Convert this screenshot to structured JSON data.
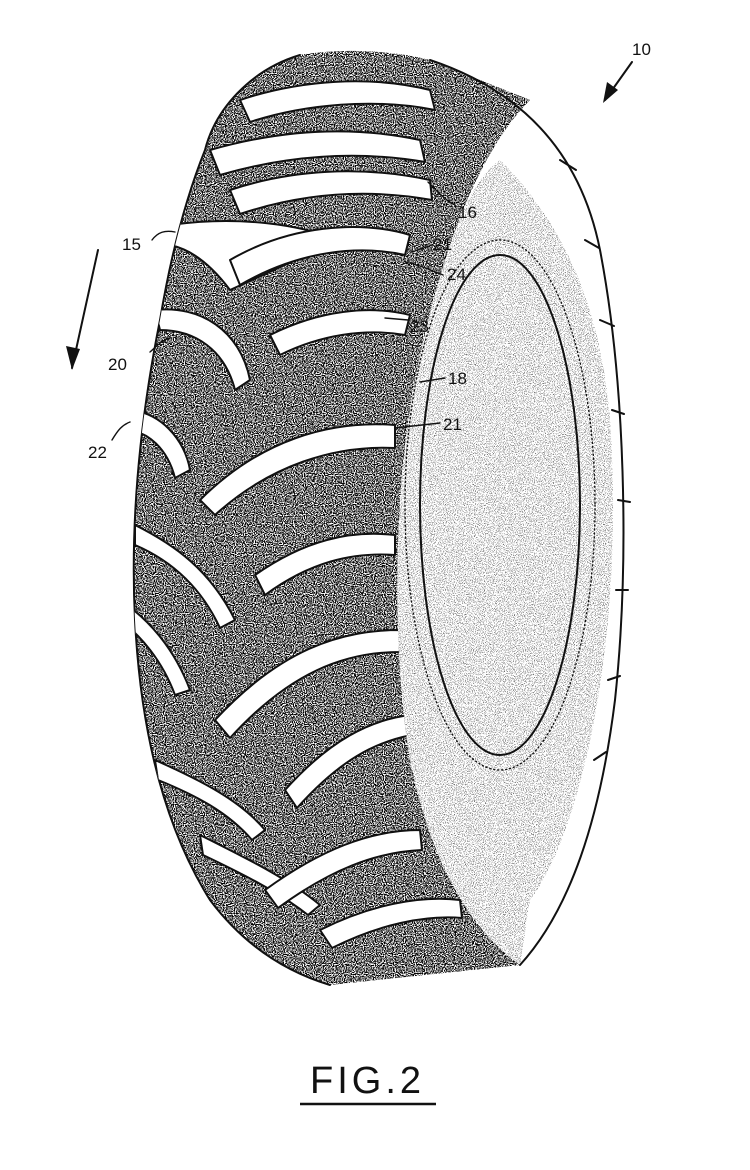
{
  "figure": {
    "caption": "FIG.2",
    "labels": {
      "l10": "10",
      "l15": "15",
      "l16": "16",
      "l18": "18",
      "l20": "20",
      "l21a": "21",
      "l21b": "21",
      "l22": "22",
      "l23": "23",
      "l24": "24"
    }
  }
}
